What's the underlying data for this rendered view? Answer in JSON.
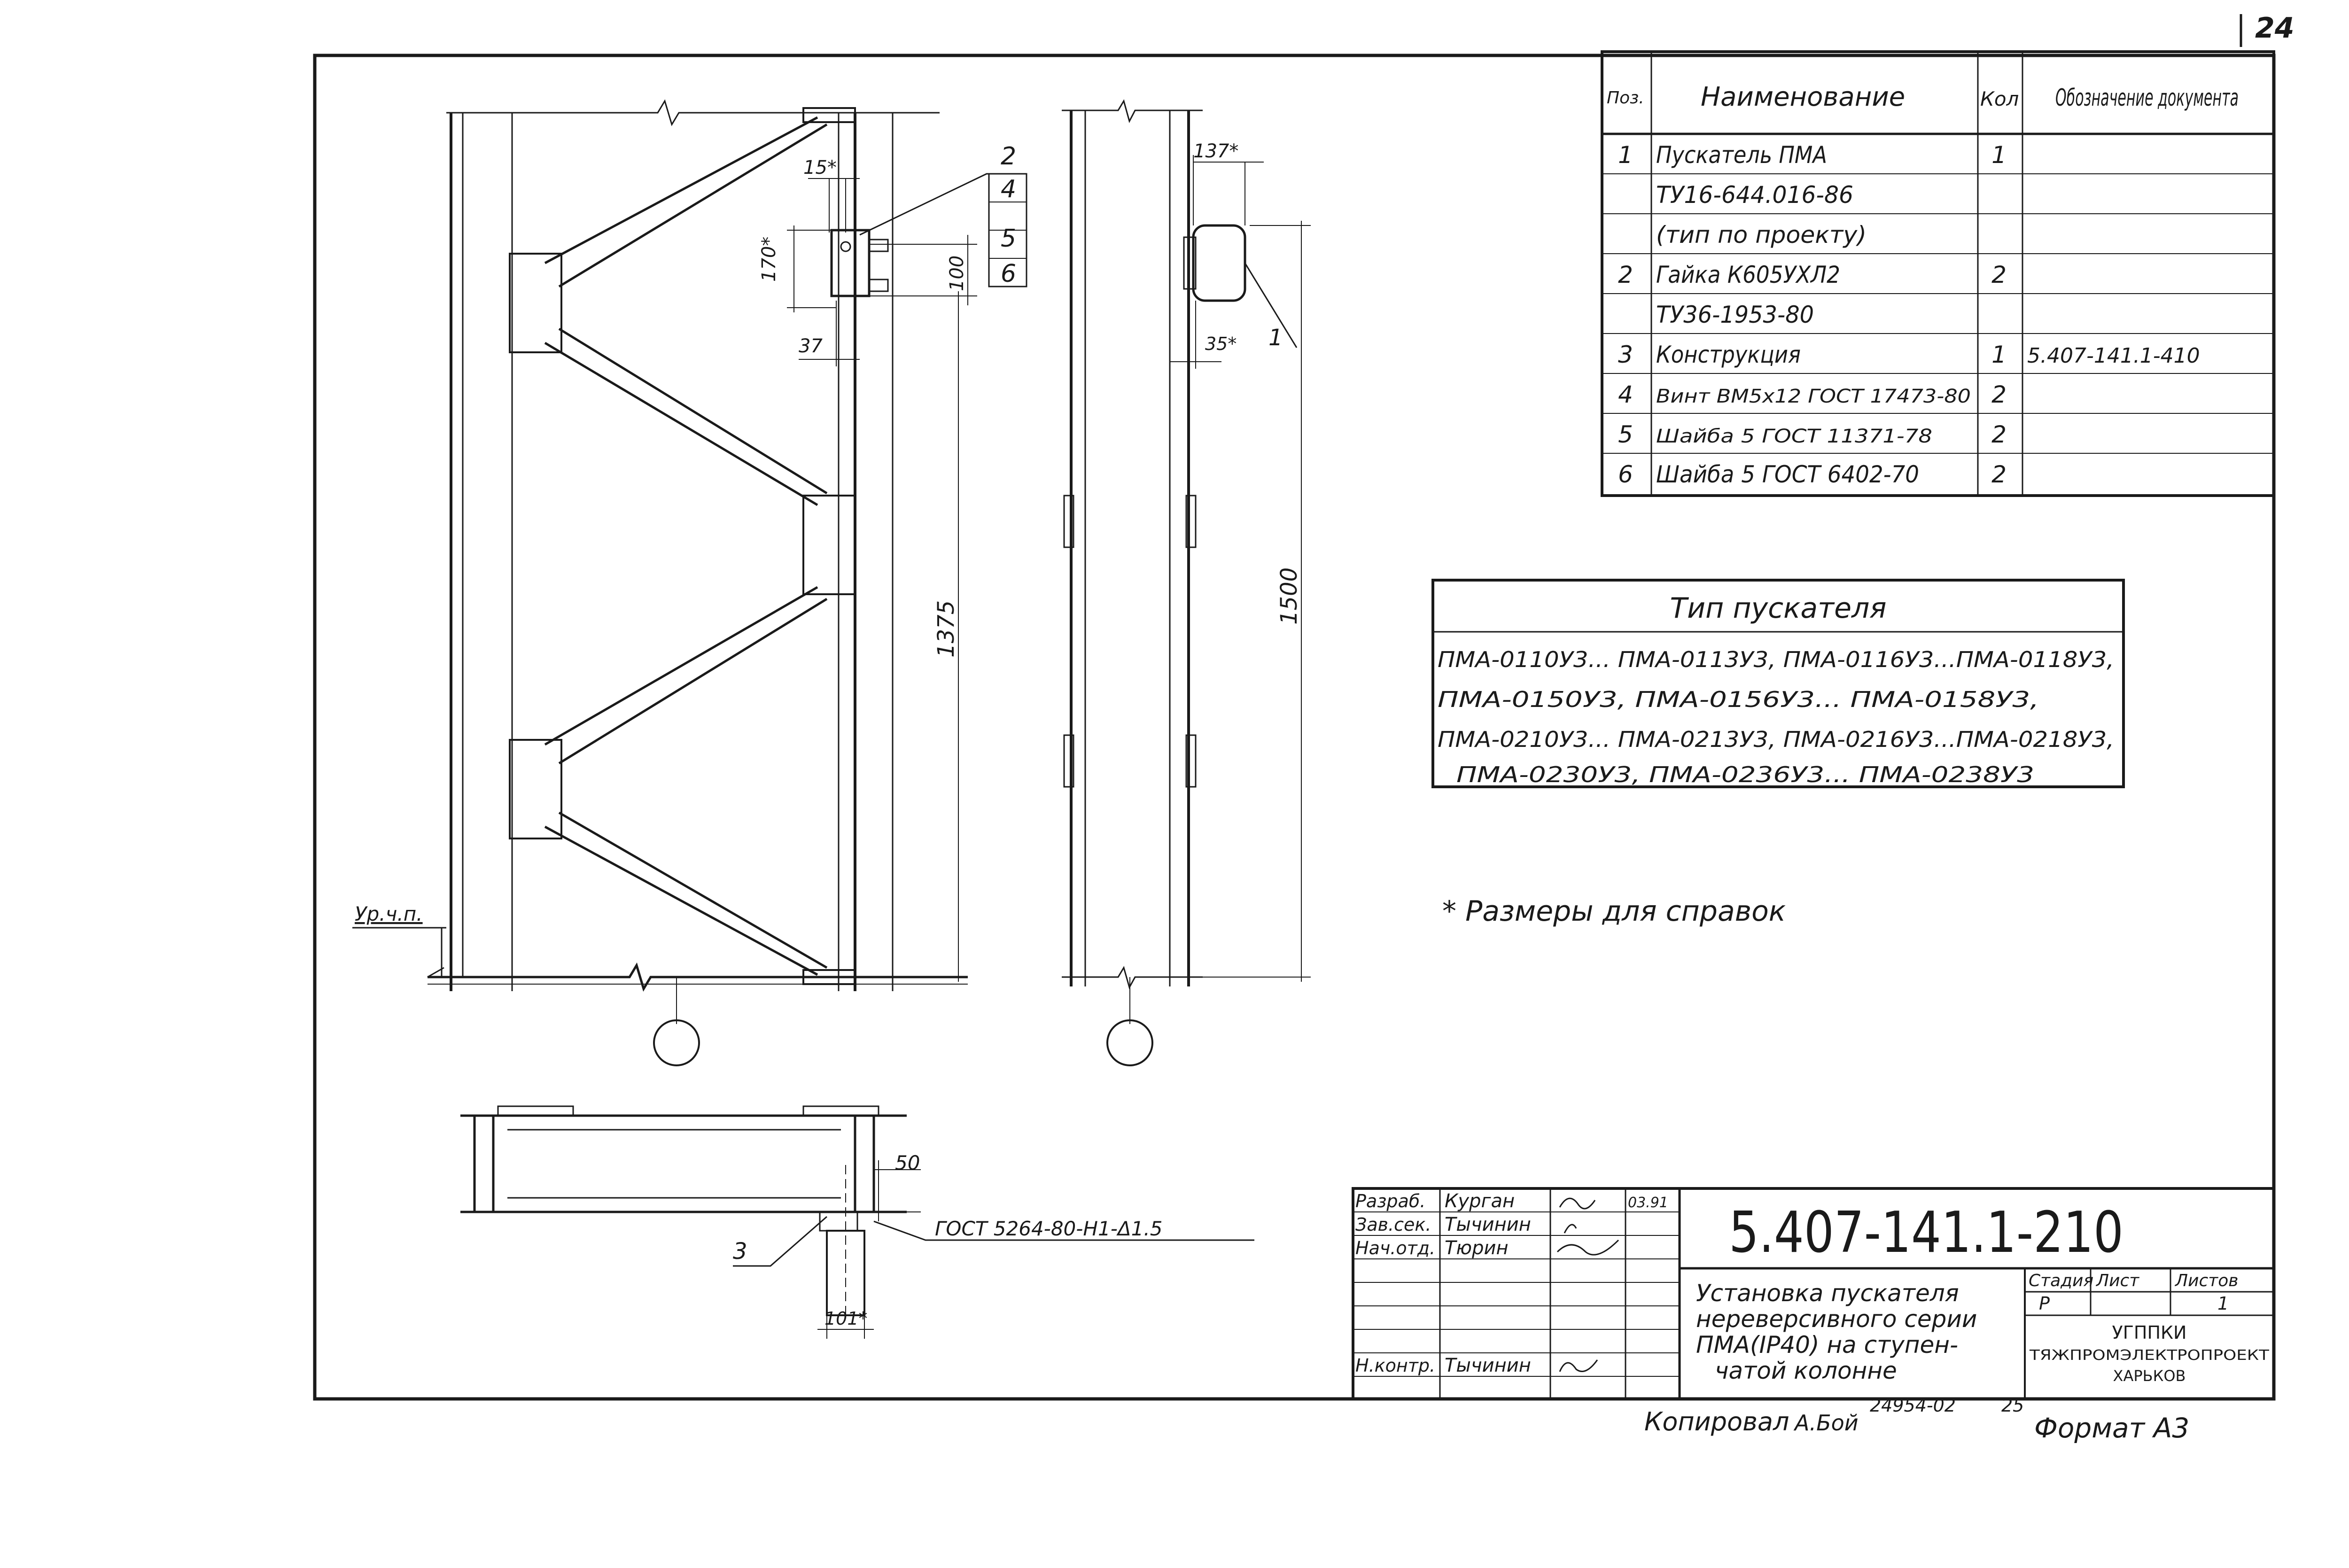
{
  "page_number": "24",
  "spec_table": {
    "headers": {
      "pos": "Поз.",
      "name": "Наименование",
      "qty": "Кол",
      "doc": "Обозначение документа"
    },
    "rows": [
      {
        "pos": "1",
        "name": "Пускатель ПМА",
        "qty": "1",
        "doc": ""
      },
      {
        "pos": "",
        "name": "ТУ16-644.016-86",
        "qty": "",
        "doc": ""
      },
      {
        "pos": "",
        "name": "(тип по проекту)",
        "qty": "",
        "doc": ""
      },
      {
        "pos": "2",
        "name": "Гайка К605УХЛ2",
        "qty": "2",
        "doc": ""
      },
      {
        "pos": "",
        "name": "ТУ36-1953-80",
        "qty": "",
        "doc": ""
      },
      {
        "pos": "3",
        "name": "Конструкция",
        "qty": "1",
        "doc": "5.407-141.1-410"
      },
      {
        "pos": "4",
        "name": "Винт ВМ5х12 ГОСТ 17473-80",
        "qty": "2",
        "doc": ""
      },
      {
        "pos": "5",
        "name": "Шайба 5 ГОСТ 11371-78",
        "qty": "2",
        "doc": ""
      },
      {
        "pos": "6",
        "name": "Шайба 5 ГОСТ 6402-70",
        "qty": "2",
        "doc": ""
      }
    ]
  },
  "starter_types": {
    "title": "Тип пускателя",
    "lines": [
      "ПМА-0110У3... ПМА-0113У3, ПМА-0116У3...ПМА-0118У3,",
      "ПМА-0150У3, ПМА-0156У3... ПМА-0158У3,",
      "ПМА-0210У3... ПМА-0213У3, ПМА-0216У3...ПМА-0218У3,",
      "ПМА-0230У3, ПМА-0236У3... ПМА-0238У3"
    ]
  },
  "note": "* Размеры для справок",
  "drawing": {
    "callouts": [
      "2",
      "4",
      "5",
      "6"
    ],
    "callout_1": "1",
    "callout_3": "3",
    "dim_15": "15*",
    "dim_170": "170*",
    "dim_100": "100",
    "dim_37": "37",
    "dim_1375": "1375",
    "dim_137": "137*",
    "dim_35": "35*",
    "dim_1500": "1500",
    "dim_50": "50",
    "dim_101": "101*",
    "level_label": "Ур.ч.п.",
    "weld_label": "ГОСТ 5264-80-Н1-Δ1.5"
  },
  "title_block": {
    "doc_code": "5.407-141.1-210",
    "roles": [
      {
        "role": "Разраб.",
        "name": "Курган",
        "date": "03.91"
      },
      {
        "role": "Зав.сек.",
        "name": "Тычинин",
        "date": ""
      },
      {
        "role": "Нач.отд.",
        "name": "Тюрин",
        "date": ""
      },
      {
        "role": "Н.контр.",
        "name": "Тычинин",
        "date": ""
      }
    ],
    "title_lines": [
      "Установка пускателя",
      "нереверсивного серии",
      "ПМА(IP40) на ступен-",
      "чатой колонне"
    ],
    "stage_label": "Стадия",
    "sheet_label": "Лист",
    "sheets_label": "Листов",
    "stage": "Р",
    "sheets": "1",
    "org_lines": [
      "УГППКИ",
      "ТЯЖПРОМЭЛЕКТРОПРОЕКТ",
      "ХАРЬКОВ"
    ]
  },
  "footer": {
    "copied": "Копировал",
    "copier": "А.Бой",
    "archive": "24954-02",
    "sheet": "25",
    "format": "Формат А3"
  }
}
